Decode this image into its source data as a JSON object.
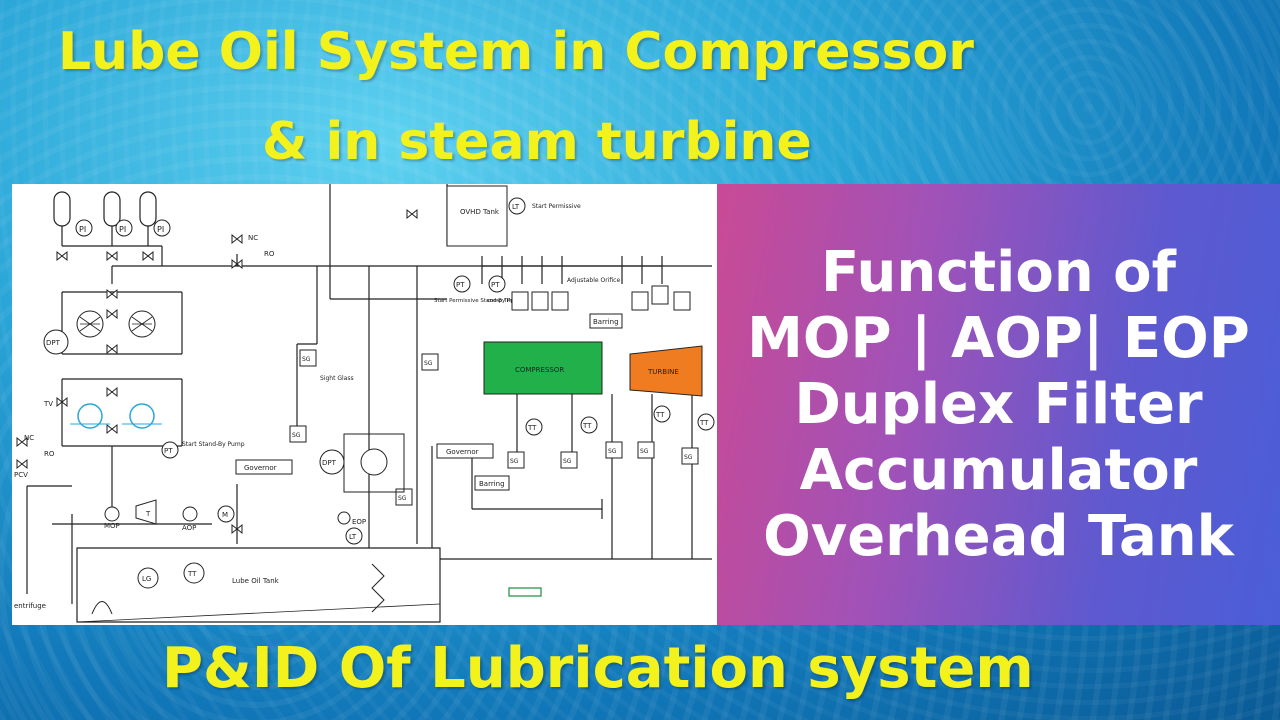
{
  "title_line_1": "Lube Oil System in Compressor",
  "title_line_2": "& in steam turbine",
  "footer_title": "P&ID Of Lubrication system",
  "function_lines": [
    "Function of",
    "MOP | AOP| EOP",
    "Duplex Filter",
    "Accumulator",
    "Overhead Tank"
  ],
  "diagram": {
    "pi": "PI",
    "nc": "NC",
    "ro": "RO",
    "dpt": "DPT",
    "tv": "TV",
    "pcv": "PCV",
    "ovhd_tank": "OVHD Tank",
    "lt": "LT",
    "start_permissive": "Start Permissive",
    "pt": "PT",
    "start_permissive_standby": "Start Permissive Stand-By Pump",
    "comp_trip_eop": "comp Trip EOP",
    "adjustable_orifice": "Adjustable Orifice",
    "barring": "Barring",
    "compressor": "COMPRESSOR",
    "turbine": "TURBINE",
    "sg": "SG",
    "sight_glass": "Sight Glass",
    "tt": "TT",
    "governor": "Governor",
    "start_standby_pump": "Start Stand-By Pump",
    "mop": "MOP",
    "aop": "AOP",
    "t": "T",
    "m": "M",
    "eop": "EOP",
    "lg": "LG",
    "lube_oil_tank": "Lube Oil Tank",
    "centrifuge": "entrifuge"
  },
  "colors": {
    "title_yellow": "#f4f21c",
    "compressor_green": "#22b04b",
    "turbine_orange": "#f07c22",
    "filter_cyan": "#2aa7d9"
  }
}
